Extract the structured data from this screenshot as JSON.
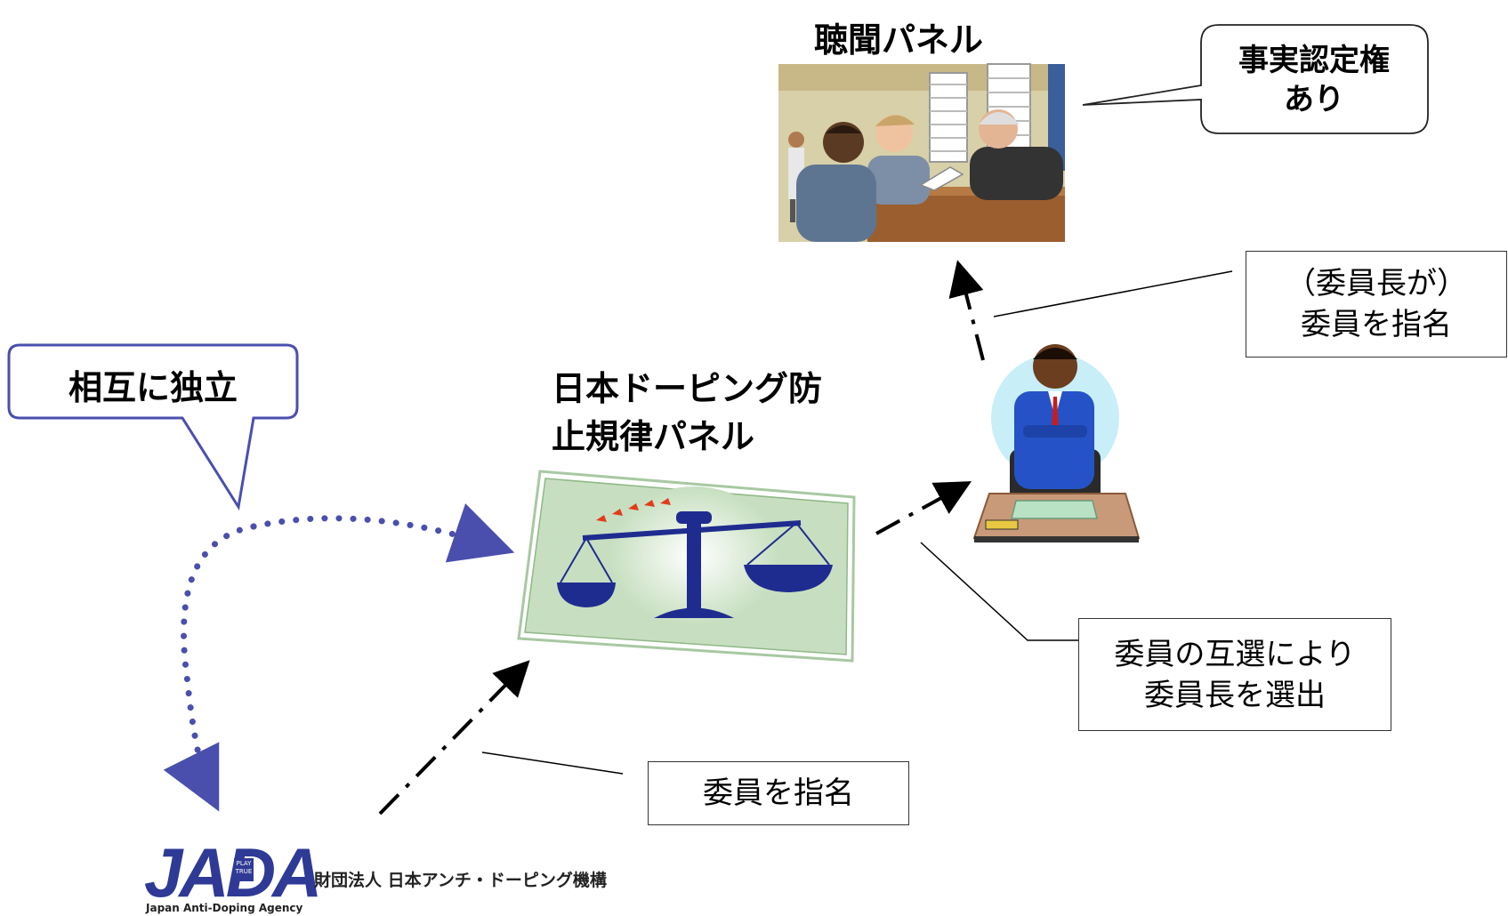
{
  "hearing_panel": {
    "title": "聴聞パネル"
  },
  "fact_callout": {
    "line1": "事実認定権",
    "line2": "あり"
  },
  "chair_appoint_note": {
    "line1": "（委員長が）",
    "line2": "委員を指名"
  },
  "independence_callout": {
    "text": "相互に独立"
  },
  "discipline_panel": {
    "line1": "日本ドーピング防",
    "line2": "止規律パネル"
  },
  "chair_election_note": {
    "line1": "委員の互選により",
    "line2": "委員長を選出"
  },
  "jada_appoint_note": {
    "text": "委員を指名"
  },
  "jada_logo": {
    "letters": "JADA",
    "small_tag_line1": "PLAY",
    "small_tag_line2": "TRUE",
    "org_name": "財団法人 日本アンチ・ドーピング機構",
    "english_name": "Japan Anti-Doping Agency"
  },
  "colors": {
    "jada_blue": "#2e3a95",
    "dotted_arrow": "#4a4fae",
    "scale_blue": "#1f2c8f",
    "card_green": "#c7dfc0",
    "suit_blue": "#2553c7"
  }
}
